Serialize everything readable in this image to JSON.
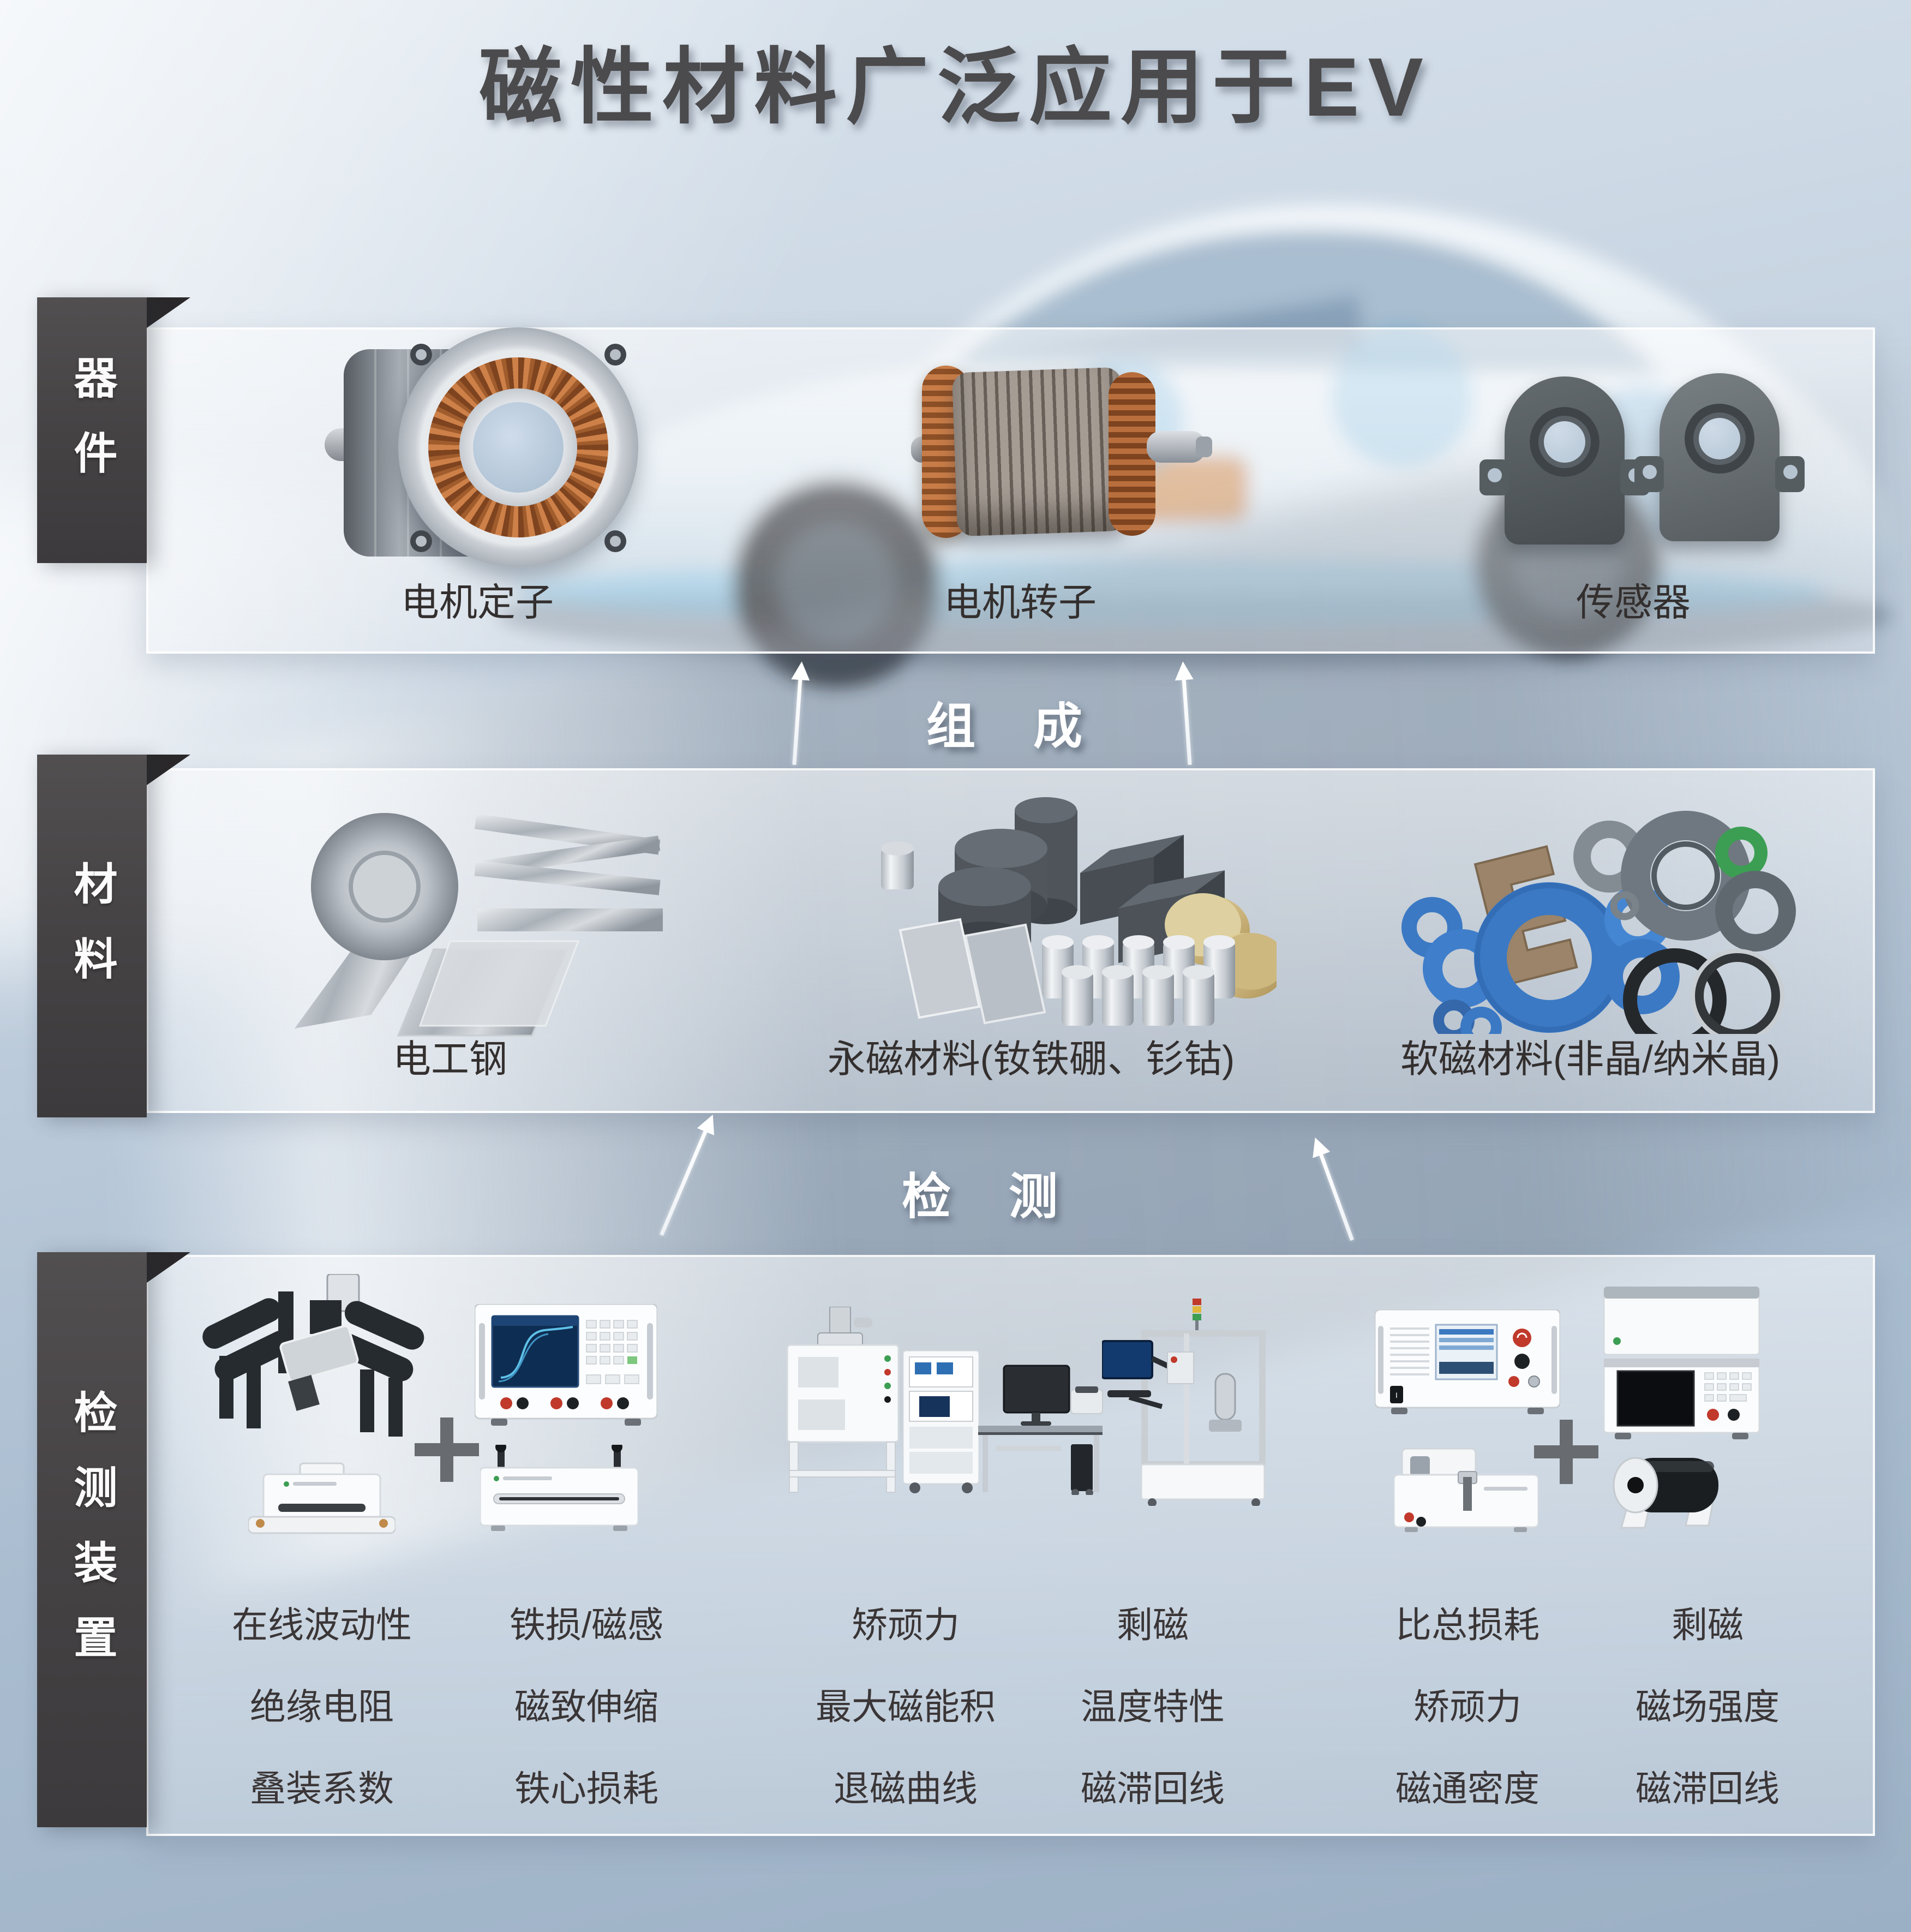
{
  "title": "磁性材料广泛应用于EV",
  "colors": {
    "background_top": "#d6e1eb",
    "background_bottom": "#9cb0c5",
    "tab_background": "#4a4749",
    "tab_text": "#ffffff",
    "title_text": "#4b4a4c",
    "label_text": "#332f2e",
    "connector_text": "#ffffff",
    "plus_sign": "#686c70",
    "coil_copper": "#b06a38",
    "core_blue": "#3c7cc9"
  },
  "sections": {
    "devices": {
      "tab": "器件",
      "items": [
        "电机定子",
        "电机转子",
        "传感器"
      ]
    },
    "materials": {
      "tab": "材料",
      "items": [
        "电工钢",
        "永磁材料(钕铁硼、钐钴)",
        "软磁材料(非晶/纳米晶)"
      ]
    },
    "testing": {
      "tab": "检测装置",
      "plus": "+",
      "equipment_icons": [
        "online-fluctuation-line",
        "hysteresis-analyzer",
        "insulation-tester",
        "stacking-factor-tester",
        "vacuum-furnace",
        "instrument-rack",
        "computer-workstation",
        "press-frame-tester",
        "magnetization-analyzer",
        "oven-analyzer-stack",
        "coercivity-tester",
        "field-coil"
      ],
      "columns": [
        {
          "rows": [
            "在线波动性",
            "绝缘电阻",
            "叠装系数"
          ]
        },
        {
          "rows": [
            "铁损/磁感",
            "磁致伸缩",
            "铁心损耗"
          ]
        },
        {
          "rows": [
            "矫顽力",
            "最大磁能积",
            "退磁曲线"
          ]
        },
        {
          "rows": [
            "剩磁",
            "温度特性",
            "磁滞回线"
          ]
        },
        {
          "rows": [
            "比总损耗",
            "矫顽力",
            "磁通密度"
          ]
        },
        {
          "rows": [
            "剩磁",
            "磁场强度",
            "磁滞回线"
          ]
        }
      ]
    },
    "connectors": {
      "compose": "组　成",
      "test": "检　测"
    }
  }
}
